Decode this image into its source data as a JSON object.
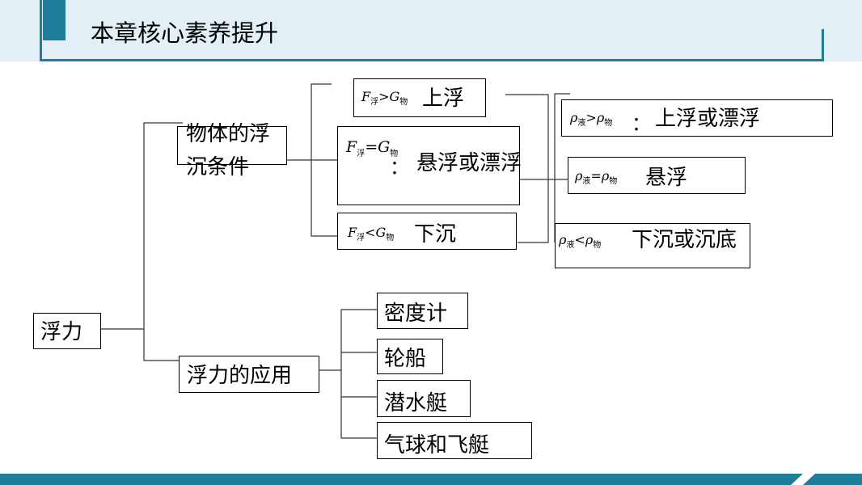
{
  "header": {
    "title": "本章核心素养提升"
  },
  "colors": {
    "accent": "#1d7d9a",
    "header_band": "#e2eff6"
  },
  "root": {
    "label": "浮力"
  },
  "branch1": {
    "label_line1": "物体的浮",
    "label_line2": "沉条件",
    "cond_float_up": {
      "formula": "F浮>G物",
      "result": "上浮"
    },
    "cond_suspend": {
      "formula": "F浮=G物",
      "sep": "：",
      "result": "悬浮或漂浮"
    },
    "cond_sink": {
      "formula": "F浮<G物",
      "result": "下沉"
    },
    "density_up": {
      "formula": "ρ液>ρ物",
      "sep": "：",
      "result": "上浮或漂浮"
    },
    "density_suspend": {
      "formula": "ρ液=ρ物",
      "result": "悬浮"
    },
    "density_sink": {
      "formula": "ρ液<ρ物",
      "result": "下沉或沉底"
    }
  },
  "branch2": {
    "label": "浮力的应用",
    "items": [
      "密度计",
      "轮船",
      "潜水艇",
      "气球和飞艇"
    ]
  }
}
